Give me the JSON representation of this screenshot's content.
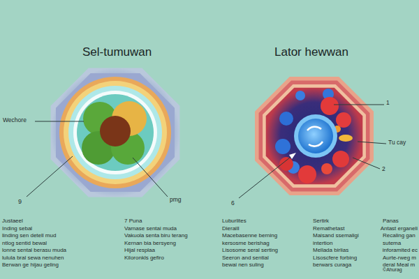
{
  "diagram": {
    "labels": [
      "Sel-tumuwan",
      "Lator hewwan",
      "Wechore",
      "9",
      "pmg",
      "1",
      "Tu cay",
      "2",
      "6",
      "Justaeel",
      "Inding sebal",
      "linding sen detell mud",
      "ntlog sentid bewal",
      "lonne sental berasu muda",
      "lulula bral sewa nenuhen",
      "Berwan ge hijau geling",
      "7 Puna",
      "Varnase sentai muda",
      "Vakuola senta biru terang",
      "Kernan bia bersyeng",
      "Hijal resplaa",
      "Kiloronkls gefiro",
      "Luburlites",
      "Dieraill",
      "Macebasenne berning",
      "kersosme berishag",
      "Lisosome seral serting",
      "Seeron and sential",
      "bewai nen suling",
      "Sertirk",
      "Remathetast",
      "Maisand ssemaligi",
      "intertion",
      "Mellada birlias",
      "Lisoscfere forbing",
      "berwars curaga",
      "Panas",
      "Antast erganeli",
      "Recaling gan",
      "sutema",
      "inforamited ec",
      "Aurte-rweg m",
      "deral Meal m",
      "©Ahurag"
    ]
  }
}
